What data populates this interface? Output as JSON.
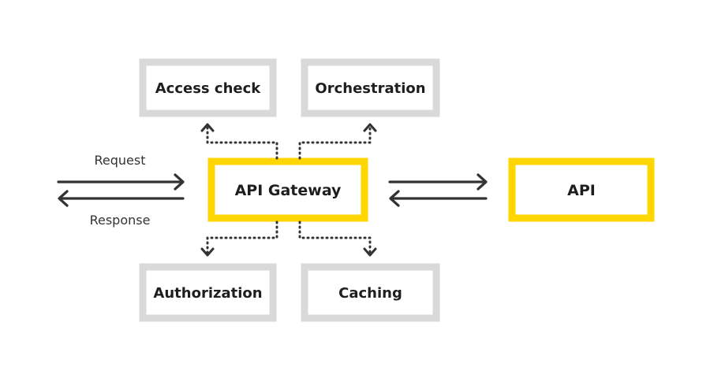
{
  "nodes": {
    "access_check": "Access check",
    "orchestration": "Orchestration",
    "api_gateway": "API Gateway",
    "api": "API",
    "authorization": "Authorization",
    "caching": "Caching"
  },
  "flows": {
    "request": "Request",
    "response": "Response"
  },
  "colors": {
    "accent_yellow": "#ffd600",
    "service_grey": "#d9d9d9",
    "line": "#333333"
  }
}
